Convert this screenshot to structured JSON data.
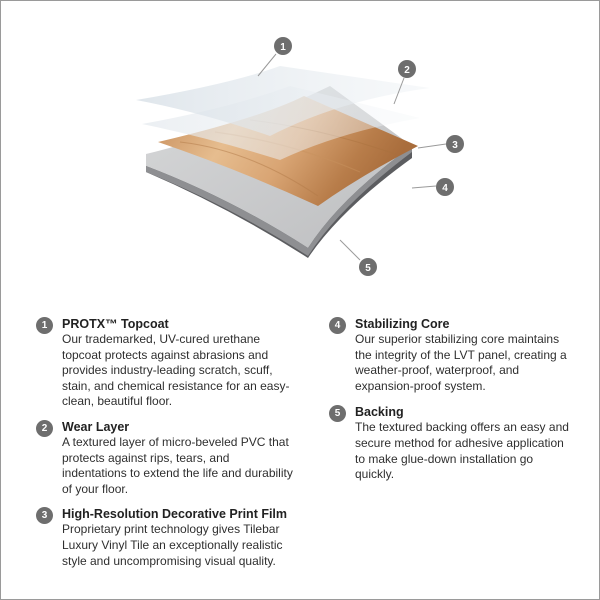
{
  "layers": [
    {
      "number": "1",
      "title": "PROTX™ Topcoat",
      "description": "Our trademarked, UV-cured urethane topcoat protects against abrasions and provides industry-leading scratch, scuff, stain, and chemical resistance for an easy-clean, beautiful floor."
    },
    {
      "number": "2",
      "title": "Wear Layer",
      "description": "A textured layer of micro-beveled PVC that protects against rips, tears, and indentations to extend the life and durability of your floor."
    },
    {
      "number": "3",
      "title": "High-Resolution Decorative Print Film",
      "description": "Proprietary print technology gives Tilebar Luxury Vinyl Tile an exceptionally realistic style and uncompromising visual quality."
    },
    {
      "number": "4",
      "title": "Stabilizing Core",
      "description": "Our superior stabilizing core maintains the integrity of the LVT panel, creating a weather-proof, waterproof, and expansion-proof system."
    },
    {
      "number": "5",
      "title": "Backing",
      "description": "The textured backing offers an easy and secure method for adhesive application to make glue-down installation go quickly."
    }
  ],
  "colors": {
    "badge": "#6e6e6e",
    "core": "#c9cacb",
    "core_edge": "#8d8e90",
    "backing": "#5f6062",
    "wood_light": "#e3b88a",
    "wood_dark": "#b8804f",
    "film": "#dfe6ec"
  }
}
